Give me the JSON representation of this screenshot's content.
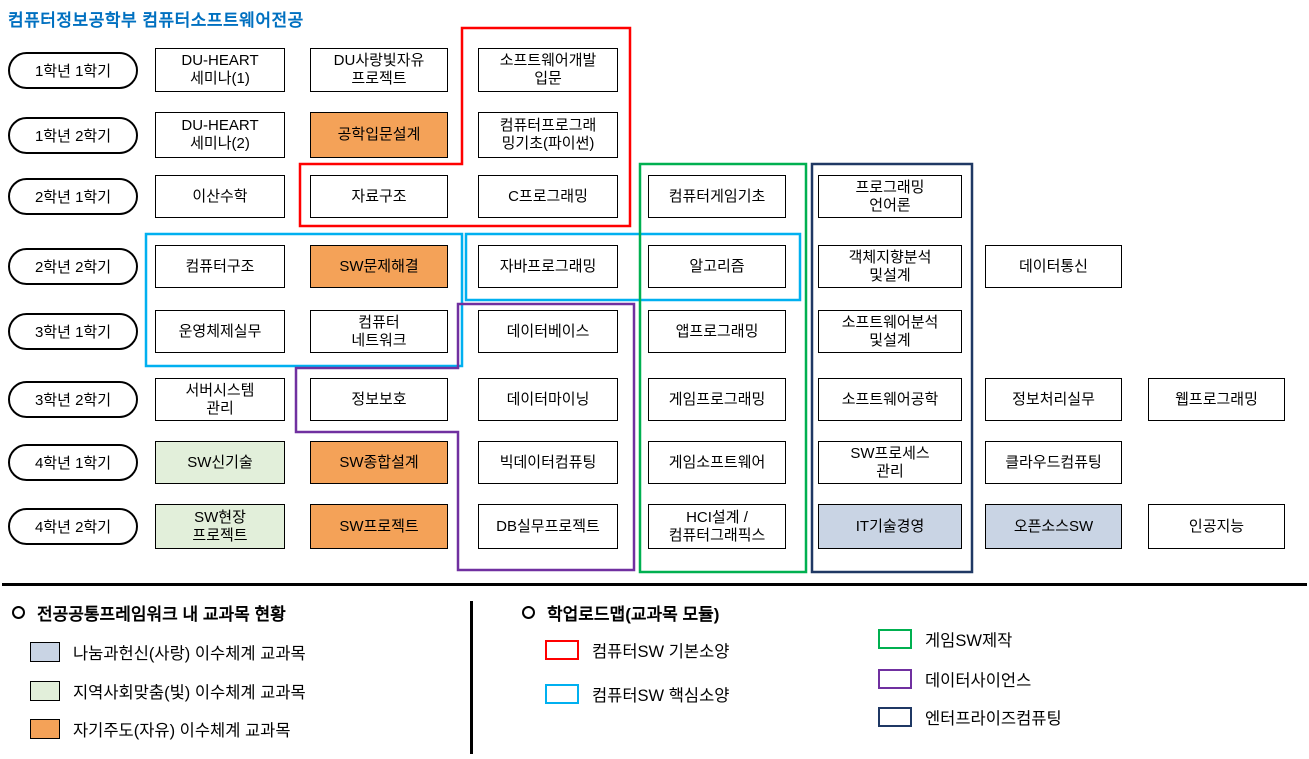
{
  "title": "컴퓨터정보공학부 컴퓨터소프트웨어전공",
  "colors": {
    "title_text": "#0070C0",
    "box_border": "#000000",
    "fill_white": "#FFFFFF",
    "fill_lightblue": "#C9D4E4",
    "fill_lightgreen": "#E2EFDA",
    "fill_orange": "#F4A258"
  },
  "grid": {
    "rows": [
      {
        "semester": "1학년 1학기",
        "courses": [
          {
            "label": "DU-HEART\n세미나(1)",
            "col": 0,
            "fill": "white"
          },
          {
            "label": "DU사랑빛자유\n프로젝트",
            "col": 1,
            "fill": "white"
          },
          {
            "label": "소프트웨어개발\n입문",
            "col": 2,
            "fill": "white"
          }
        ]
      },
      {
        "semester": "1학년 2학기",
        "courses": [
          {
            "label": "DU-HEART\n세미나(2)",
            "col": 0,
            "fill": "white"
          },
          {
            "label": "공학입문설계",
            "col": 1,
            "fill": "orange"
          },
          {
            "label": "컴퓨터프로그래\n밍기초(파이썬)",
            "col": 2,
            "fill": "white"
          }
        ]
      },
      {
        "semester": "2학년 1학기",
        "courses": [
          {
            "label": "이산수학",
            "col": 0,
            "fill": "white"
          },
          {
            "label": "자료구조",
            "col": 1,
            "fill": "white"
          },
          {
            "label": "C프로그래밍",
            "col": 2,
            "fill": "white"
          },
          {
            "label": "컴퓨터게임기초",
            "col": 3,
            "fill": "white"
          },
          {
            "label": "프로그래밍\n언어론",
            "col": 4,
            "fill": "white"
          }
        ]
      },
      {
        "semester": "2학년 2학기",
        "courses": [
          {
            "label": "컴퓨터구조",
            "col": 0,
            "fill": "white"
          },
          {
            "label": "SW문제해결",
            "col": 1,
            "fill": "orange"
          },
          {
            "label": "자바프로그래밍",
            "col": 2,
            "fill": "white"
          },
          {
            "label": "알고리즘",
            "col": 3,
            "fill": "white"
          },
          {
            "label": "객체지향분석\n및설계",
            "col": 4,
            "fill": "white"
          },
          {
            "label": "데이터통신",
            "col": 5,
            "fill": "white"
          }
        ]
      },
      {
        "semester": "3학년 1학기",
        "courses": [
          {
            "label": "운영체제실무",
            "col": 0,
            "fill": "white"
          },
          {
            "label": "컴퓨터\n네트워크",
            "col": 1,
            "fill": "white"
          },
          {
            "label": "데이터베이스",
            "col": 2,
            "fill": "white"
          },
          {
            "label": "앱프로그래밍",
            "col": 3,
            "fill": "white"
          },
          {
            "label": "소프트웨어분석\n및설계",
            "col": 4,
            "fill": "white"
          }
        ]
      },
      {
        "semester": "3학년 2학기",
        "courses": [
          {
            "label": "서버시스템\n관리",
            "col": 0,
            "fill": "white"
          },
          {
            "label": "정보보호",
            "col": 1,
            "fill": "white"
          },
          {
            "label": "데이터마이닝",
            "col": 2,
            "fill": "white"
          },
          {
            "label": "게임프로그래밍",
            "col": 3,
            "fill": "white"
          },
          {
            "label": "소프트웨어공학",
            "col": 4,
            "fill": "white"
          },
          {
            "label": "정보처리실무",
            "col": 5,
            "fill": "white"
          },
          {
            "label": "웹프로그래밍",
            "col": 6,
            "fill": "white"
          }
        ]
      },
      {
        "semester": "4학년 1학기",
        "courses": [
          {
            "label": "SW신기술",
            "col": 0,
            "fill": "lightgreen"
          },
          {
            "label": "SW종합설계",
            "col": 1,
            "fill": "orange"
          },
          {
            "label": "빅데이터컴퓨팅",
            "col": 2,
            "fill": "white"
          },
          {
            "label": "게임소프트웨어",
            "col": 3,
            "fill": "white"
          },
          {
            "label": "SW프로세스\n관리",
            "col": 4,
            "fill": "white"
          },
          {
            "label": "클라우드컴퓨팅",
            "col": 5,
            "fill": "white"
          }
        ]
      },
      {
        "semester": "4학년 2학기",
        "courses": [
          {
            "label": "SW현장\n프로젝트",
            "col": 0,
            "fill": "lightgreen"
          },
          {
            "label": "SW프로젝트",
            "col": 1,
            "fill": "orange"
          },
          {
            "label": "DB실무프로젝트",
            "col": 2,
            "fill": "white"
          },
          {
            "label": "HCI설계 /\n컴퓨터그래픽스",
            "col": 3,
            "fill": "white"
          },
          {
            "label": "IT기술경영",
            "col": 4,
            "fill": "lightblue"
          },
          {
            "label": "오픈소스SW",
            "col": 5,
            "fill": "lightblue"
          },
          {
            "label": "인공지능",
            "col": 6,
            "fill": "white"
          }
        ]
      }
    ]
  },
  "modules": [
    {
      "id": "basic",
      "label": "컴퓨터SW 기본소양",
      "color": "#FF0000"
    },
    {
      "id": "core",
      "label": "컴퓨터SW 핵심소양",
      "color": "#00B0F0"
    },
    {
      "id": "game",
      "label": "게임SW제작",
      "color": "#00B050"
    },
    {
      "id": "datascience",
      "label": "데이터사이언스",
      "color": "#7030A0"
    },
    {
      "id": "enterprise",
      "label": "엔터프라이즈컴퓨팅",
      "color": "#1F3864"
    }
  ],
  "legend_left": {
    "title": "전공공통프레임워크 내 교과목 현황",
    "items": [
      {
        "label": "나눔과헌신(사랑) 이수체계 교과목",
        "fill": "lightblue"
      },
      {
        "label": "지역사회맞춤(빛) 이수체계 교과목",
        "fill": "lightgreen"
      },
      {
        "label": "자기주도(자유) 이수체계 교과목",
        "fill": "orange"
      }
    ]
  },
  "legend_right": {
    "title": "학업로드맵(교과목 모듈)",
    "column1": [
      "basic",
      "core"
    ],
    "column2": [
      "game",
      "datascience",
      "enterprise"
    ]
  }
}
